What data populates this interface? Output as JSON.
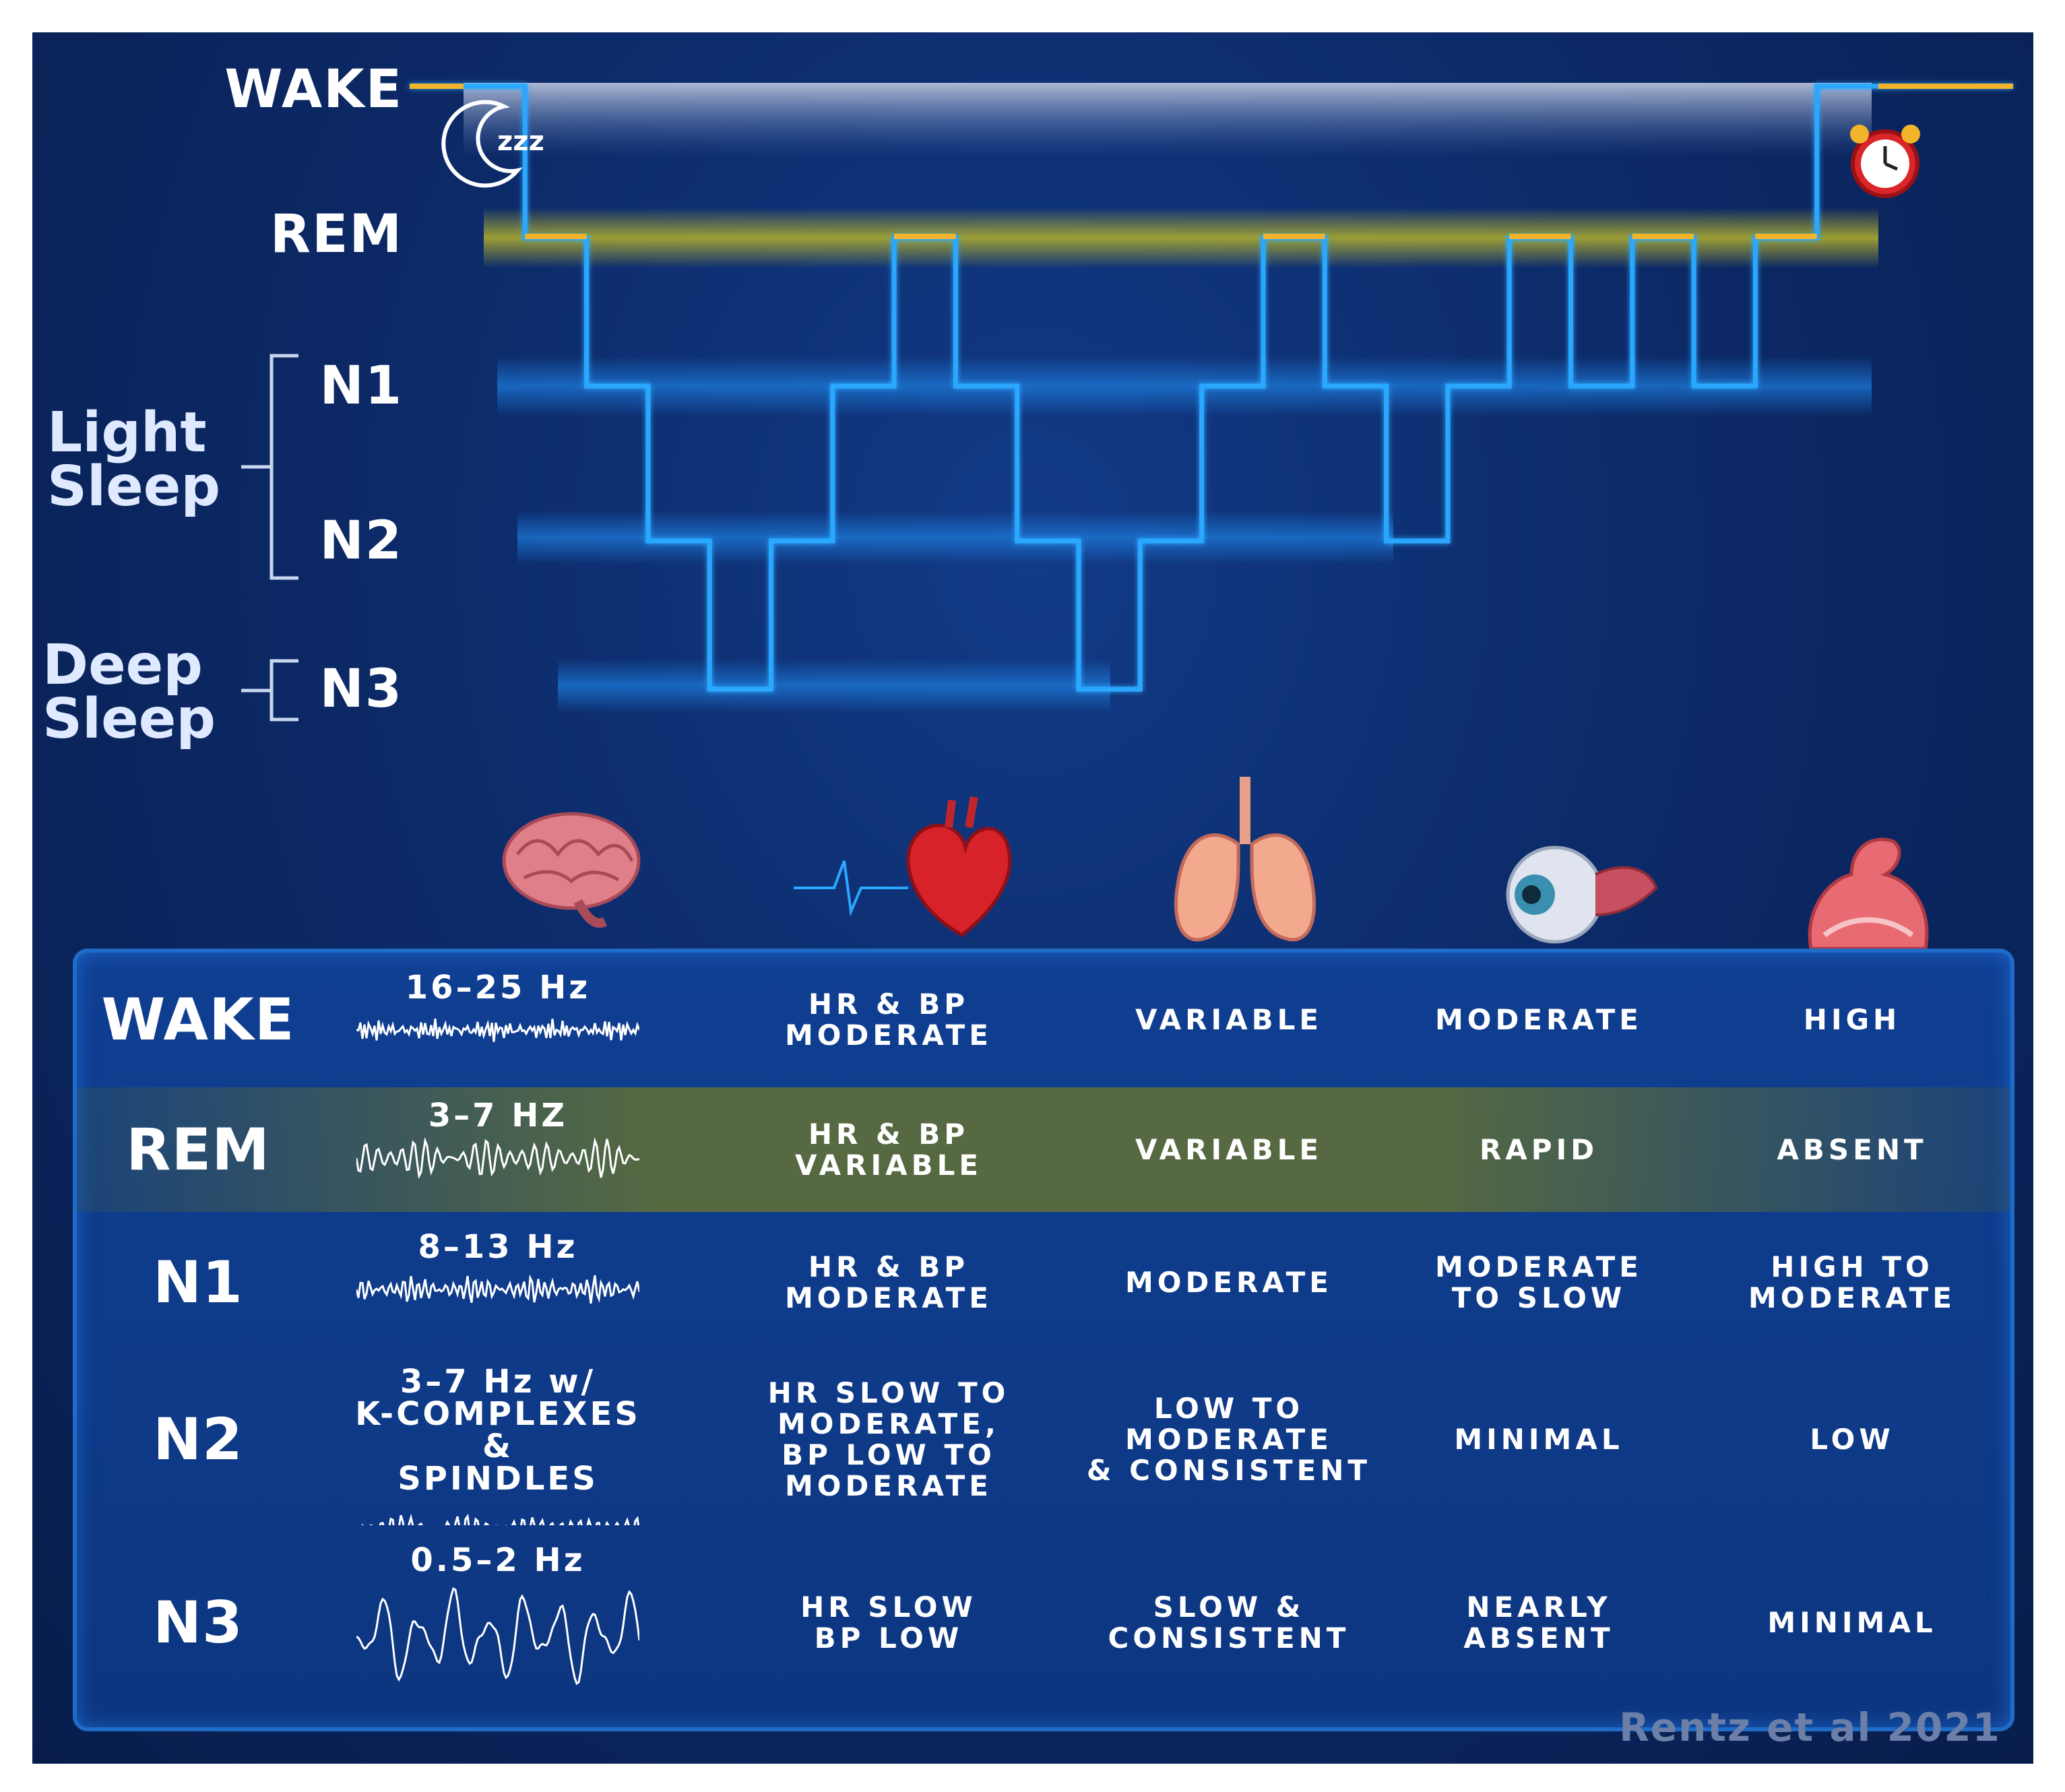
{
  "hypnogram": {
    "stage_labels": [
      "WAKE",
      "REM",
      "N1",
      "N2",
      "N3"
    ],
    "group_light": "Light\nSleep",
    "group_deep": "Deep\nSleep",
    "sequence": [
      "WAKE",
      "REM",
      "N1",
      "N2",
      "N3",
      "N2",
      "N1",
      "REM",
      "N1",
      "N2",
      "N3",
      "N2",
      "N1",
      "REM",
      "N1",
      "N2",
      "N1",
      "REM",
      "N1",
      "REM",
      "N1",
      "REM",
      "WAKE"
    ]
  },
  "icons": [
    "moon-sleep-icon",
    "alarm-clock-icon",
    "brain-icon",
    "heart-icon",
    "lungs-icon",
    "eye-icon",
    "muscle-icon"
  ],
  "table": {
    "rows": [
      {
        "stage": "WAKE",
        "freq": "16–25 Hz",
        "heart": "HR & BP\nMODERATE",
        "lungs": "VARIABLE",
        "eye": "MODERATE",
        "muscle": "HIGH"
      },
      {
        "stage": "REM",
        "freq": "3–7 HZ",
        "heart": "HR & BP\nVARIABLE",
        "lungs": "VARIABLE",
        "eye": "RAPID",
        "muscle": "ABSENT"
      },
      {
        "stage": "N1",
        "freq": "8–13 Hz",
        "heart": "HR & BP\nMODERATE",
        "lungs": "MODERATE",
        "eye": "MODERATE\nTO SLOW",
        "muscle": "HIGH TO\nMODERATE"
      },
      {
        "stage": "N2",
        "freq": "3–7 Hz w/\nK-COMPLEXES &\nSPINDLES",
        "heart": "HR SLOW TO\nMODERATE,\nBP LOW TO\nMODERATE",
        "lungs": "LOW TO\nMODERATE\n& CONSISTENT",
        "eye": "MINIMAL",
        "muscle": "LOW"
      },
      {
        "stage": "N3",
        "freq": "0.5–2 Hz",
        "heart": "HR SLOW\nBP LOW",
        "lungs": "SLOW &\nCONSISTENT",
        "eye": "NEARLY\nABSENT",
        "muscle": "MINIMAL"
      }
    ]
  },
  "credit": "Rentz et al 2021",
  "colors": {
    "line": "#2aa8ff",
    "rem_highlight": "#f2b42a",
    "wake_line": "#f2b42a",
    "rem_band": "#8c9a2e"
  }
}
